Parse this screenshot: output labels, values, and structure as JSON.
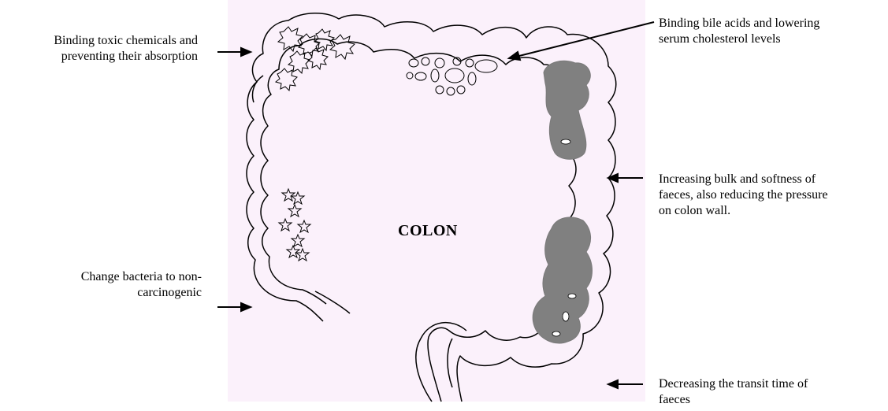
{
  "diagram": {
    "center_label": "COLON",
    "labels": {
      "toxic": [
        "Binding toxic chemicals and",
        "preventing their absorption"
      ],
      "bile": [
        "Binding bile acids and lowering",
        "serum cholesterol levels"
      ],
      "bulk": [
        "Increasing bulk and softness of",
        "faeces, also reducing the pressure",
        "on colon wall."
      ],
      "bacteria": [
        "Change bacteria to non-",
        "carcinogenic"
      ],
      "transit": [
        "Decreasing the transit time of",
        "faeces"
      ]
    }
  }
}
